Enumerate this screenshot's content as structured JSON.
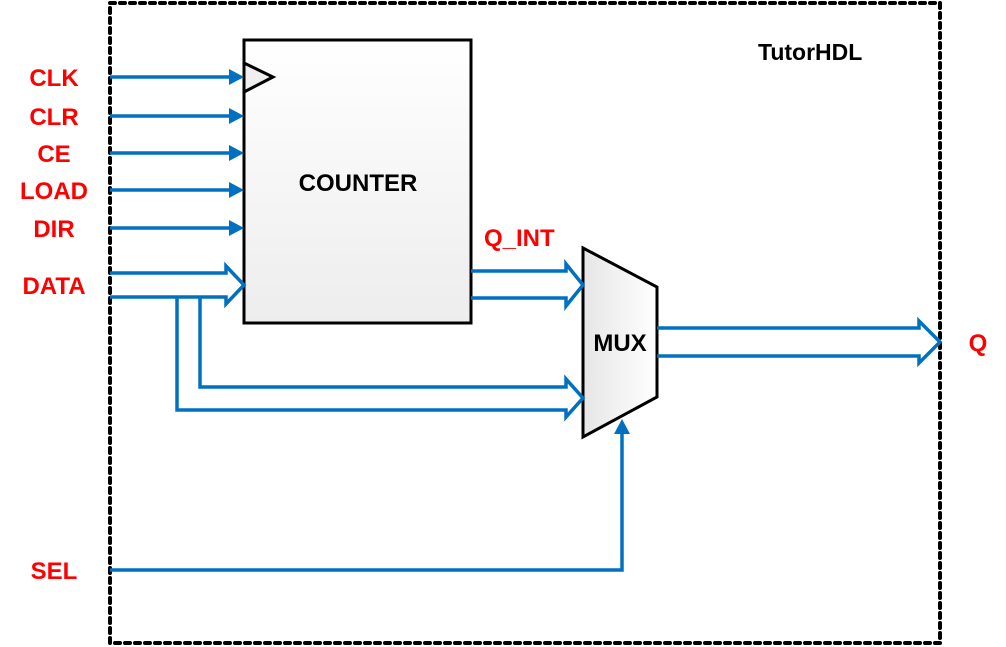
{
  "title": "TutorHDL",
  "colors": {
    "wire": "#0070C0",
    "signal_label": "#FF0000",
    "block_stroke": "#000000",
    "block_fill_light": "#FFFFFF",
    "block_fill_dark": "#E8E8E8",
    "boundary": "#000000"
  },
  "blocks": {
    "counter": {
      "label": "COUNTER"
    },
    "mux": {
      "label": "MUX"
    }
  },
  "inputs": {
    "clk": "CLK",
    "clr": "CLR",
    "ce": "CE",
    "load": "LOAD",
    "dir": "DIR",
    "data": "DATA",
    "sel": "SEL"
  },
  "internal": {
    "q_int": "Q_INT"
  },
  "outputs": {
    "q": "Q"
  }
}
